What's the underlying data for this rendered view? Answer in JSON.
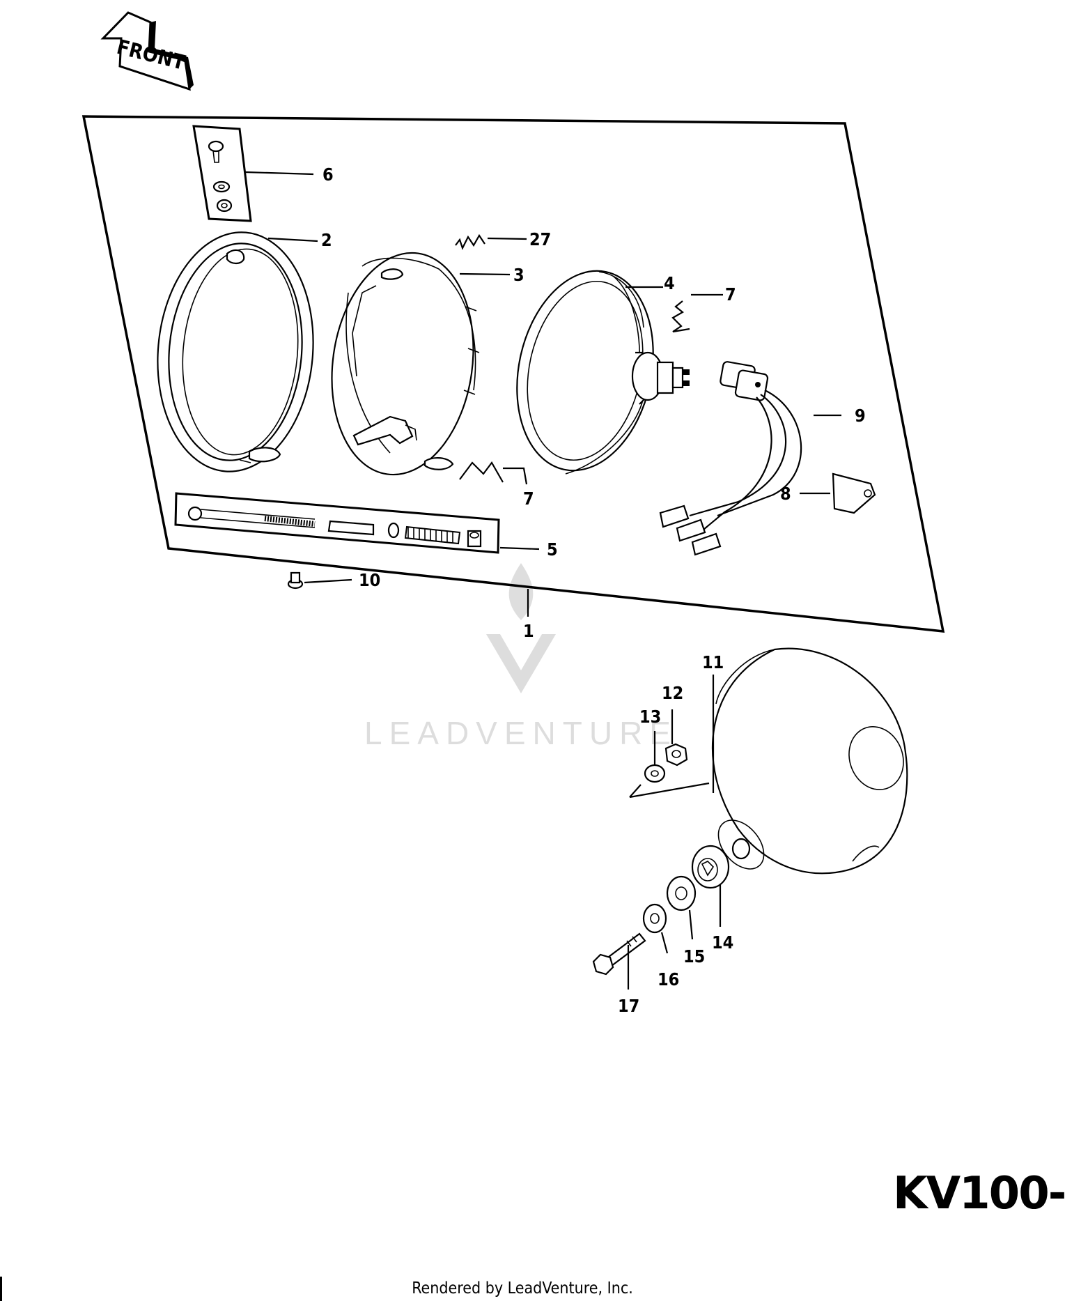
{
  "direction_arrow": {
    "label": "FRONT"
  },
  "callouts": [
    {
      "id": "6",
      "label": "6"
    },
    {
      "id": "2",
      "label": "2"
    },
    {
      "id": "27",
      "label": "27"
    },
    {
      "id": "3",
      "label": "3"
    },
    {
      "id": "4",
      "label": "4"
    },
    {
      "id": "7a",
      "label": "7"
    },
    {
      "id": "9",
      "label": "9"
    },
    {
      "id": "7b",
      "label": "7"
    },
    {
      "id": "8",
      "label": "8"
    },
    {
      "id": "5",
      "label": "5"
    },
    {
      "id": "10",
      "label": "10"
    },
    {
      "id": "1",
      "label": "1"
    },
    {
      "id": "11",
      "label": "11"
    },
    {
      "id": "12",
      "label": "12"
    },
    {
      "id": "13",
      "label": "13"
    },
    {
      "id": "14",
      "label": "14"
    },
    {
      "id": "15",
      "label": "15"
    },
    {
      "id": "16",
      "label": "16"
    },
    {
      "id": "17",
      "label": "17"
    }
  ],
  "watermark": {
    "text": "LEADVENTURE"
  },
  "model_code": "KV100-",
  "footer": "Rendered by LeadVenture, Inc."
}
